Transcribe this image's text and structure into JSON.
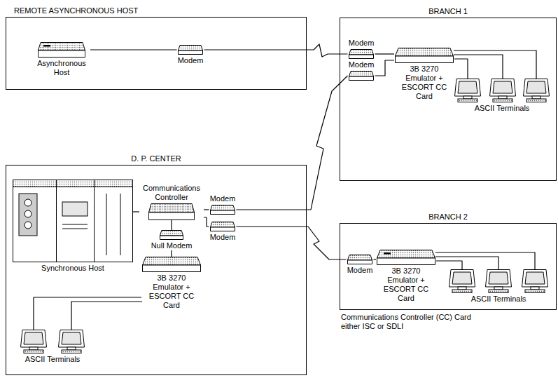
{
  "diagram": {
    "nodes": [
      {
        "text": [
          "REMOTE ASYNCHRONOUS HOST"
        ]
      },
      {
        "text": [
          "Asynchronous Host"
        ],
        "in": 0
      },
      {
        "text": [
          "Modem"
        ],
        "in": 0
      },
      {
        "text": [
          "BRANCH 1"
        ]
      },
      {
        "text": [
          "Modem"
        ],
        "in": 3
      },
      {
        "text": [
          "Modem"
        ],
        "in": 3
      },
      {
        "text": [
          "3B 3270 Emulator + ESCORT CC Card"
        ],
        "in": 3
      },
      {
        "text": [
          "ASCII Terminals"
        ],
        "in": 3
      },
      {
        "text": [
          "D. P. CENTER"
        ]
      },
      {
        "text": [
          "Synchronous Host"
        ],
        "in": 8
      },
      {
        "text": [
          "Communications Controller"
        ],
        "in": 8
      },
      {
        "text": [
          "Modem"
        ],
        "in": 8
      },
      {
        "text": [
          "Modem"
        ],
        "in": 8
      },
      {
        "text": [
          "Null Modem"
        ],
        "in": 8
      },
      {
        "text": [
          "3B 3270 Emulator + ESCORT CC Card"
        ],
        "in": 8
      },
      {
        "text": [
          "ASCII Terminals"
        ],
        "in": 8
      },
      {
        "text": [
          "BRANCH 2"
        ]
      },
      {
        "text": [
          "Modem"
        ],
        "in": 16
      },
      {
        "text": [
          "3B 3270 Emulator + ESCORT CC Card"
        ],
        "in": 16
      },
      {
        "text": [
          "ASCII Terminals"
        ],
        "in": 16
      }
    ],
    "edges": [
      {
        "from": 1,
        "to": 2,
        "arrow": "none"
      },
      {
        "from": 2,
        "to": 4,
        "arrow": "none"
      },
      {
        "from": 4,
        "to": 6,
        "arrow": "none"
      },
      {
        "from": 5,
        "to": 6,
        "arrow": "none"
      },
      {
        "from": 6,
        "to": 7,
        "arrow": "none"
      },
      {
        "from": 9,
        "to": 10,
        "arrow": "none"
      },
      {
        "from": 10,
        "to": 11,
        "arrow": "none"
      },
      {
        "from": 10,
        "to": 12,
        "arrow": "none"
      },
      {
        "from": 10,
        "to": 13,
        "arrow": "none"
      },
      {
        "from": 13,
        "to": 14,
        "arrow": "none"
      },
      {
        "from": 14,
        "to": 15,
        "arrow": "none"
      },
      {
        "from": 11,
        "to": 5,
        "arrow": "none"
      },
      {
        "from": 12,
        "to": 17,
        "arrow": "none"
      },
      {
        "from": 17,
        "to": 18,
        "arrow": "none"
      },
      {
        "from": 18,
        "to": 19,
        "arrow": "none"
      }
    ],
    "labels": [
      "Communications Controller (CC) Card either ISC or SDLI"
    ]
  }
}
